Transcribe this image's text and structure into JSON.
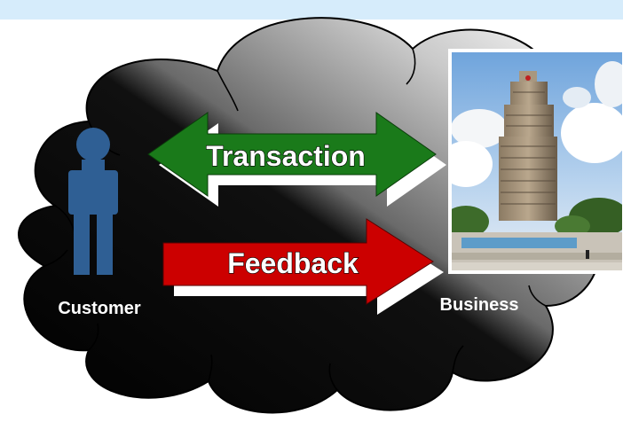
{
  "diagram": {
    "arrows": {
      "transaction": {
        "label": "Transaction",
        "color": "#1a7a1a",
        "direction": "bidirectional"
      },
      "feedback": {
        "label": "Feedback",
        "color": "#cc0000",
        "direction": "customer-to-business"
      }
    },
    "nodes": {
      "customer": {
        "label": "Customer",
        "icon": "person-icon",
        "color": "#2f5f94"
      },
      "business": {
        "label": "Business",
        "image": "office-tower-photo"
      }
    },
    "background": {
      "shape": "cloud",
      "gradient": [
        "#ffffff",
        "#000000"
      ]
    },
    "header_band_color": "#d6ecfb"
  }
}
